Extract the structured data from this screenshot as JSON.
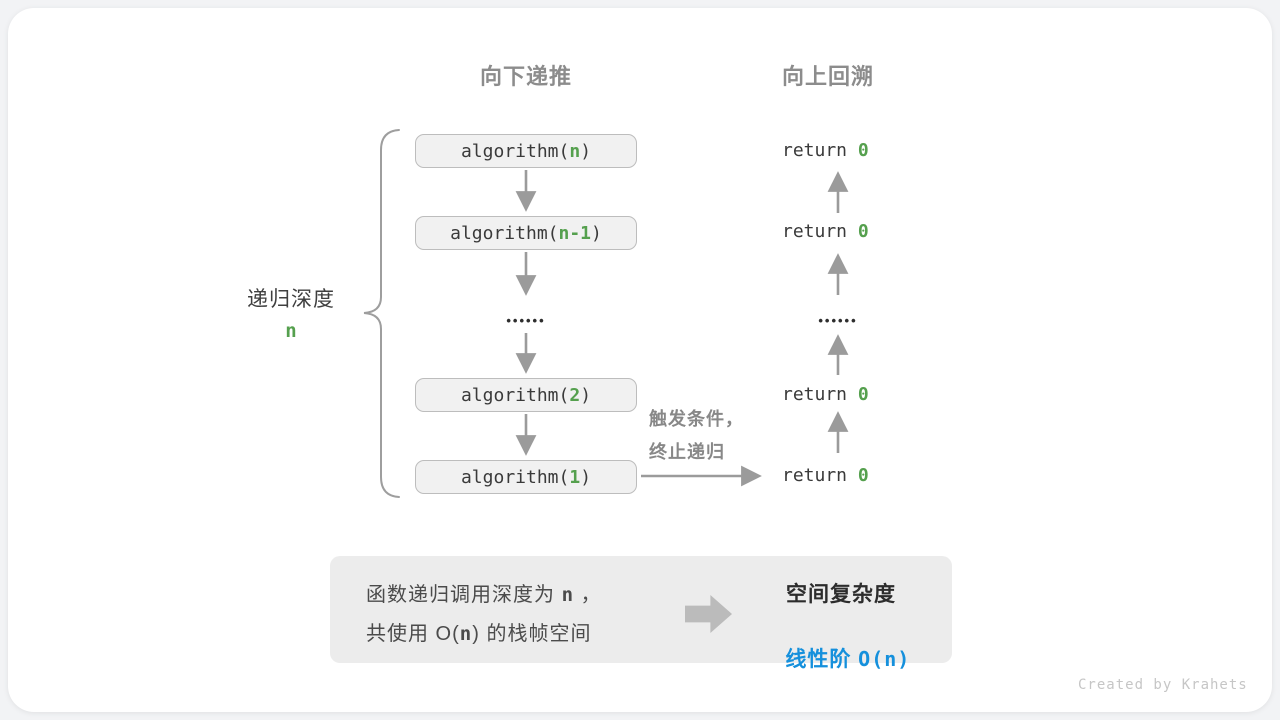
{
  "headers": {
    "down": "向下递推",
    "up": "向上回溯"
  },
  "depth_label": {
    "text": "递归深度",
    "value": "n"
  },
  "stack": {
    "calls": [
      {
        "prefix": "algorithm(",
        "arg": "n",
        "suffix": ")"
      },
      {
        "prefix": "algorithm(",
        "arg": "n-1",
        "suffix": ")"
      },
      {
        "prefix": "algorithm(",
        "arg": "2",
        "suffix": ")"
      },
      {
        "prefix": "algorithm(",
        "arg": "1",
        "suffix": ")"
      }
    ],
    "ellipsis": "••••••"
  },
  "returns": {
    "keyword": "return ",
    "value": "0",
    "ellipsis": "••••••"
  },
  "termination_note": {
    "line1": "触发条件，",
    "line2": "终止递归"
  },
  "summary": {
    "left_line1_prefix": "函数递归调用深度为 ",
    "left_line1_var": "n",
    "left_line1_suffix": " ，",
    "left_line2_prefix": "共使用 O(",
    "left_line2_var": "n",
    "left_line2_suffix": ") 的栈帧空间",
    "right_title": "空间复杂度",
    "right_value_label": "线性阶 ",
    "right_value_notation": "O(n)"
  },
  "watermark": "Created by Krahets",
  "colors": {
    "accent_green": "#55a04e",
    "accent_blue": "#1590dc",
    "arrow_gray": "#9b9b9b",
    "box_fill": "#f1f1f1",
    "box_border": "#bdbdbd",
    "summary_fill": "#ececec"
  }
}
